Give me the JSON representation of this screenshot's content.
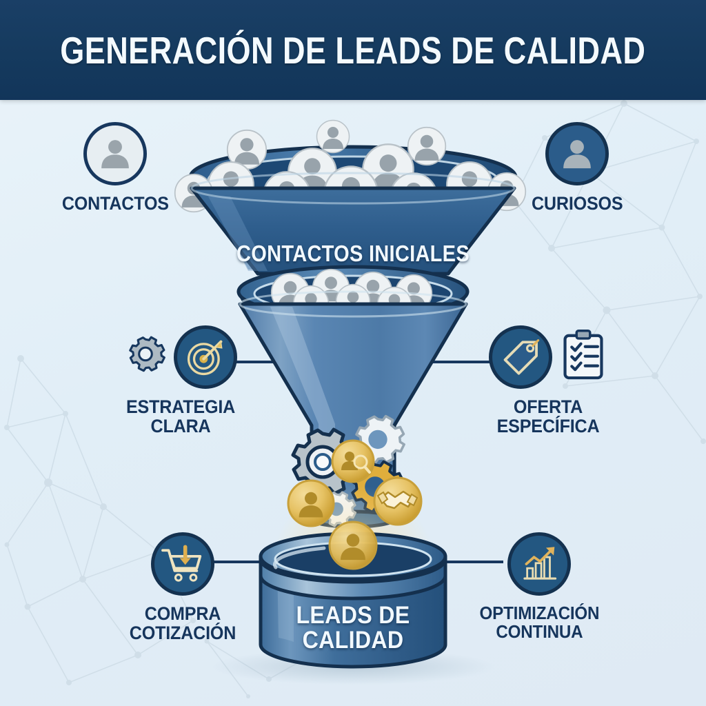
{
  "header": {
    "title": "GENERACIÓN DE LEADS DE CALIDAD",
    "bg_color": "#153a5e",
    "text_color": "#f4fafe"
  },
  "theme": {
    "background": "#e4f0f7",
    "navy": "#17375e",
    "funnel_blue": "#2b5c8a",
    "funnel_mid_blue": "#5b84b1",
    "gold": "#d9a93a",
    "gray_person": "#9aa4ab",
    "mesh_line": "#c6d4de"
  },
  "funnel": {
    "top_stage_label": "CONTACTOS INICIALES",
    "bottom_stage_label": "LEADS DE\nCALIDAD",
    "bottom_stage_line1": "LEADS DE",
    "bottom_stage_line2": "CALIDAD",
    "top_people_count": 14,
    "mid_people_count": 7,
    "gears_count": 5,
    "gold_gears_count": 1,
    "falling_coins": [
      {
        "icon": "person-search-icon",
        "label": "prospect-search"
      },
      {
        "icon": "person-icon",
        "label": "qualified-lead"
      },
      {
        "icon": "handshake-icon",
        "label": "deal-closed"
      },
      {
        "icon": "person-icon",
        "label": "quality-lead"
      }
    ]
  },
  "nodes": {
    "contactos": {
      "caption": "CONTACTOS",
      "icon": "person-circle-outline-icon",
      "circle_style": "outline"
    },
    "curiosos": {
      "caption": "CURIOSOS",
      "icon": "person-circle-filled-icon",
      "circle_style": "filled"
    },
    "estrategia": {
      "caption_line1": "ESTRATEGIA",
      "caption_line2": "CLARA",
      "icon": "target-dartboard-icon",
      "side_icon": "gear-icon",
      "circle_style": "filled"
    },
    "oferta": {
      "caption_line1": "OFERTA",
      "caption_line2": "ESPECÍFICA",
      "icon": "price-tag-icon",
      "side_icon": "clipboard-checklist-icon",
      "circle_style": "filled"
    },
    "compra": {
      "caption_line1": "COMPRA",
      "caption_line2": "COTIZACIÓN",
      "icon": "shopping-cart-download-icon",
      "circle_style": "filled"
    },
    "optimizacion": {
      "caption_line1": "OPTIMIZACIÓN",
      "caption_line2": "CONTINUA",
      "icon": "growth-bar-chart-icon",
      "circle_style": "filled"
    }
  }
}
